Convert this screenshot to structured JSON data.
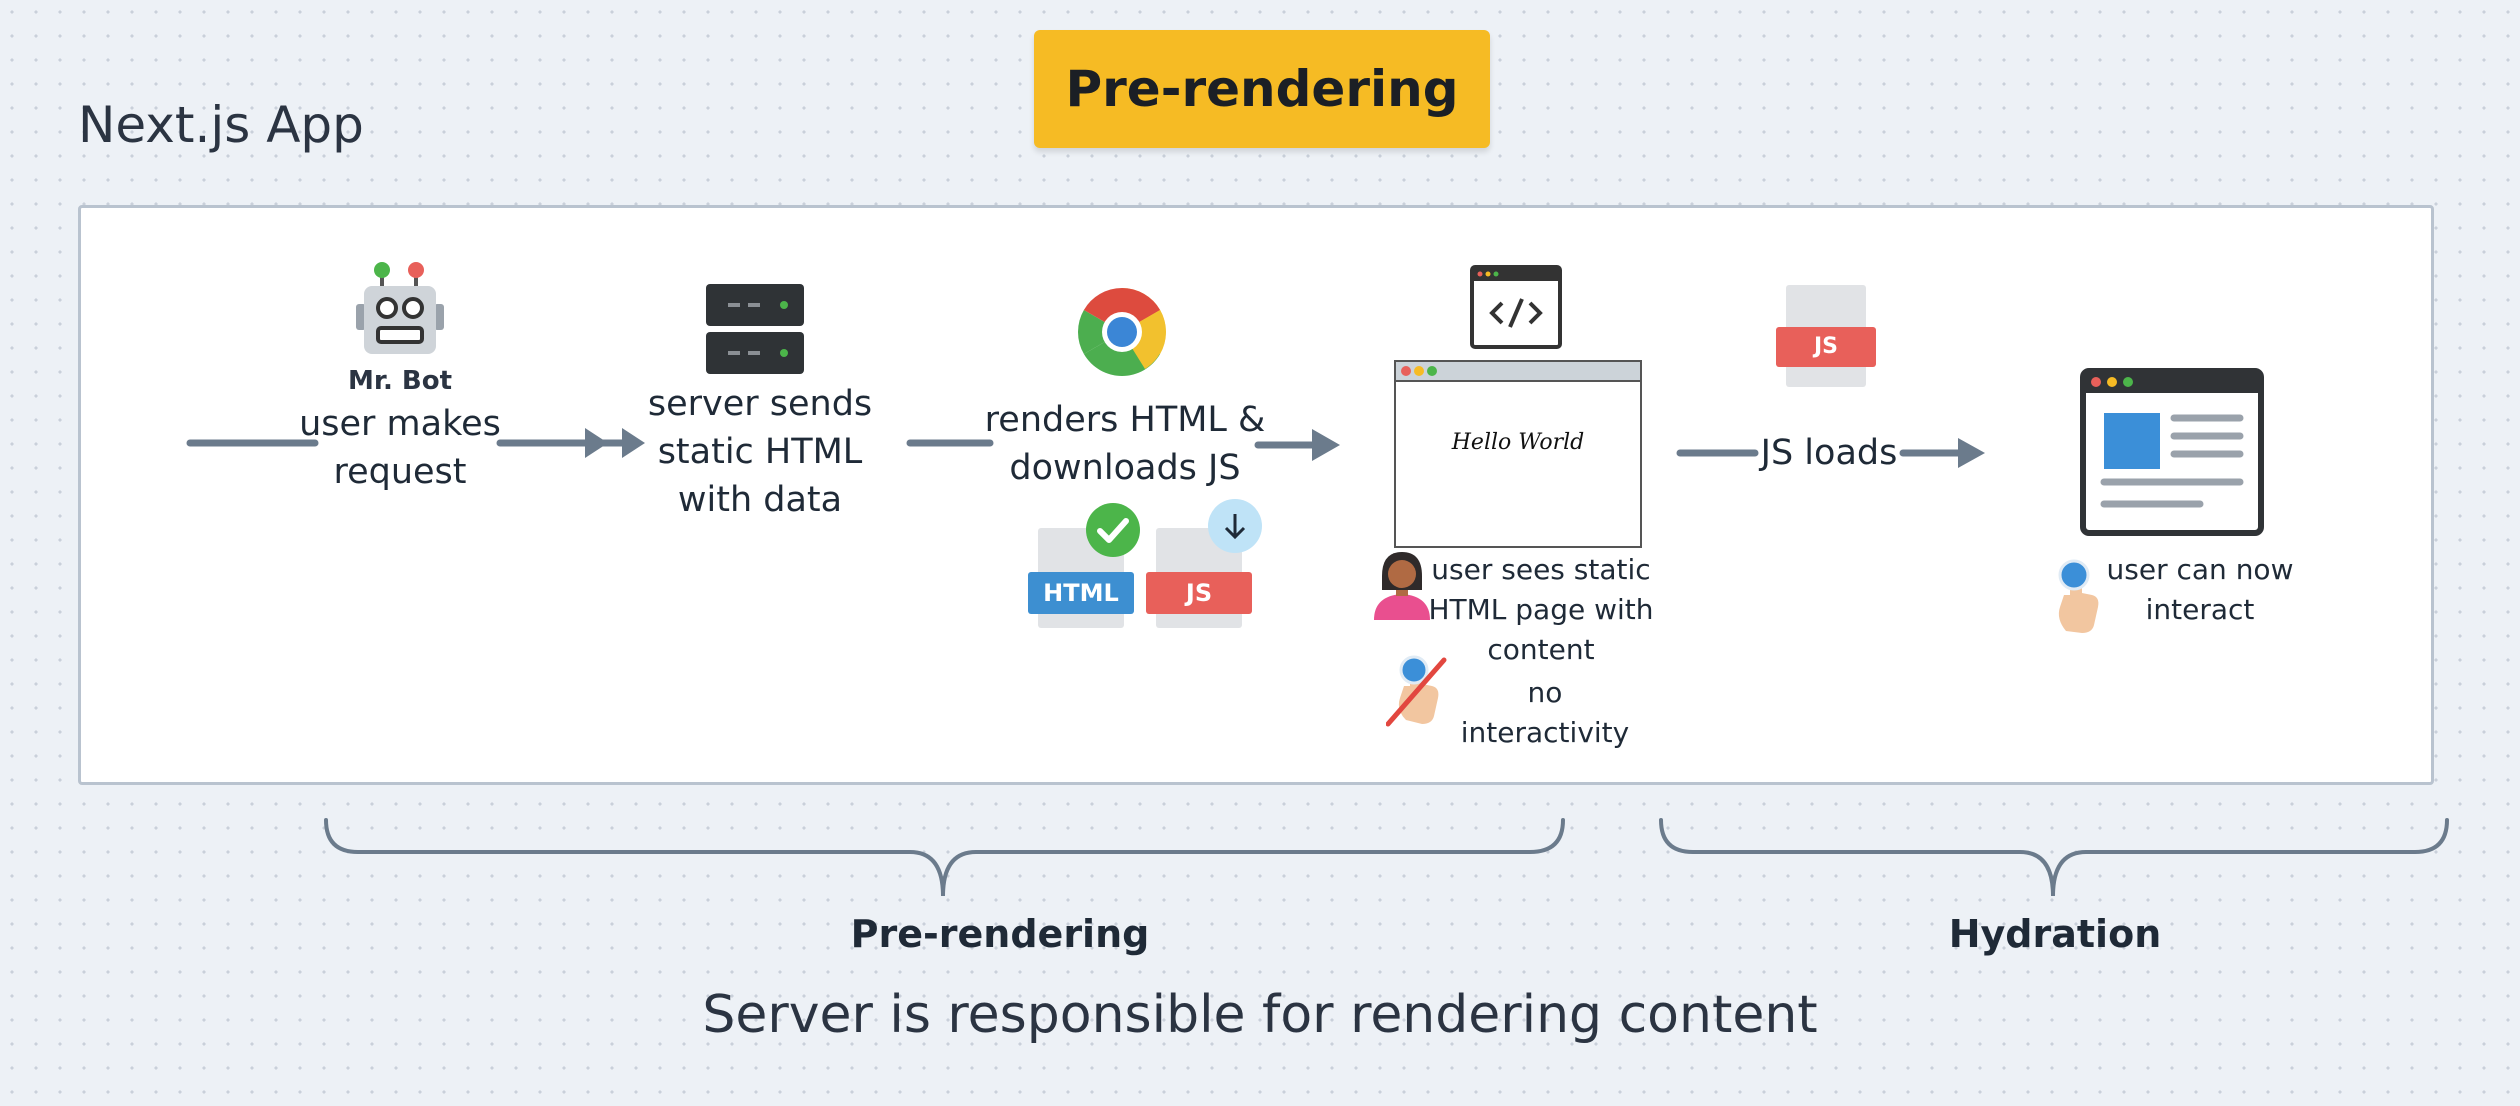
{
  "header": {
    "badge": "Pre-rendering",
    "app_label": "Next.js App"
  },
  "steps": {
    "bot_name": "Mr. Bot",
    "user_request": "user makes request",
    "server": "server sends static HTML with data",
    "browser": "renders HTML & downloads JS",
    "html_file": "HTML",
    "js_file": "JS",
    "hello": "Hello World",
    "user_sees": "user sees static HTML page with content",
    "no_interactivity": "no interactivity",
    "js_loads": "JS loads",
    "js_file_2": "JS",
    "interact": "user can now interact"
  },
  "braces": {
    "left_label": "Pre-rendering",
    "right_label": "Hydration"
  },
  "footer": "Server is responsible for rendering content",
  "colors": {
    "accent": "#f6bb24",
    "arrow": "#6b7b8c",
    "js_red": "#e8605a",
    "html_blue": "#3d8fd1",
    "check_green": "#4cb54a"
  },
  "icons": [
    "robot-icon",
    "server-icon",
    "chrome-icon",
    "html-file-icon",
    "js-file-icon",
    "code-window-icon",
    "user-avatar-icon",
    "pointer-hand-icon",
    "browser-window-icon"
  ]
}
